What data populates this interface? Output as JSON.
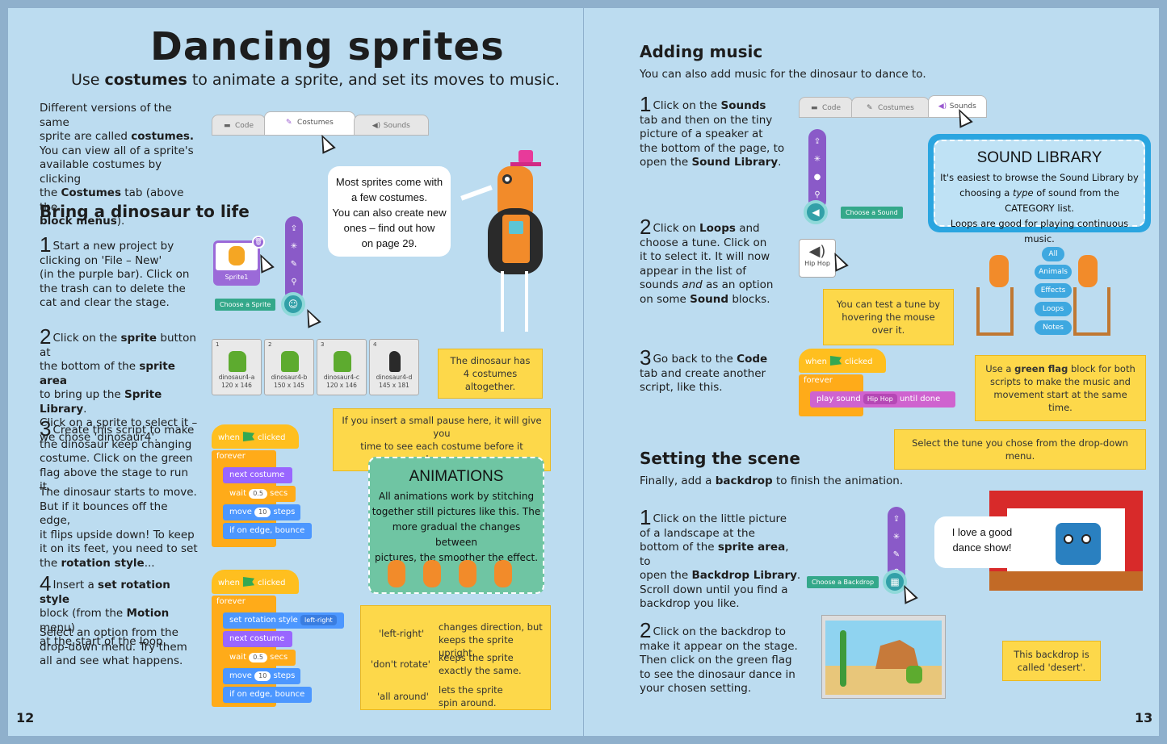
{
  "left": {
    "title": "Dancing sprites",
    "subtitle_pre": "Use ",
    "subtitle_bold": "costumes",
    "subtitle_post": " to animate a sprite, and set its moves to music.",
    "intro": [
      "Different versions of the same",
      "sprite are called ",
      "costumes.",
      "You can view all of a sprite's",
      "available costumes by clicking",
      "the ",
      "Costumes",
      " tab (above the",
      "block menus",
      ")."
    ],
    "tabs": [
      "Code",
      "Costumes",
      "Sounds"
    ],
    "bubble": [
      "Most sprites come with",
      "a few costumes.",
      "You can also create new",
      "ones – find out how",
      "on page 29."
    ],
    "section_title": "Bring a dinosaur to life",
    "step1": {
      "num": "1",
      "lines": [
        "Start a new project by",
        "clicking on 'File – New'",
        "(in the purple bar). Click on",
        "the trash can to delete the",
        "cat and clear the stage."
      ]
    },
    "sprite_label": "Sprite1",
    "choose_sprite": "Choose a Sprite",
    "step2": {
      "num": "2",
      "a": "Click on the ",
      "b": "sprite",
      "c": " button at",
      "d": "the bottom of the ",
      "e": "sprite area",
      "f": "to bring up the ",
      "g": "Sprite Library",
      "h": ".",
      "i": "Click on a sprite to select it –",
      "j": "we chose 'dinosaur4'."
    },
    "costumes": [
      {
        "num": "1",
        "name": "dinosaur4-a",
        "size": "120 x 146"
      },
      {
        "num": "2",
        "name": "dinosaur4-b",
        "size": "150 x 145"
      },
      {
        "num": "3",
        "name": "dinosaur4-c",
        "size": "120 x 146"
      },
      {
        "num": "4",
        "name": "dinosaur4-d",
        "size": "145 x 181"
      }
    ],
    "callout_costumes": [
      "The dinosaur has",
      "4 costumes altogether."
    ],
    "step3": {
      "num": "3",
      "lines": [
        "Create this script to make",
        "the dinosaur keep changing",
        "costume. Click on the green",
        "flag above the stage to run it."
      ]
    },
    "step3b": [
      "The dinosaur starts to move.",
      "But if it bounces off the edge,",
      "it flips upside down! To keep",
      "it on its feet, you need to set",
      "the "
    ],
    "rotation_style": "rotation style",
    "ellipsis": "...",
    "callout_pause": [
      "If you insert a small pause here, it will give you",
      "time to see each costume before it changes."
    ],
    "script1": {
      "when": "when",
      "clicked": "clicked",
      "forever": "forever",
      "next": "next costume",
      "wait": "wait",
      "wait_val": "0.5",
      "secs": "secs",
      "move": "move",
      "move_val": "10",
      "steps": "steps",
      "bounce": "if on edge, bounce"
    },
    "animations_title": "ANIMATIONS",
    "animations_text": [
      "All animations work by stitching",
      "together still pictures like this. The",
      "more gradual the changes between",
      "pictures, the smoother the effect."
    ],
    "step4": {
      "num": "4",
      "a": "Insert a ",
      "b": "set rotation style",
      "c": "block (from the ",
      "d": "Motion",
      "e": " menu)",
      "f": "at the start of the loop."
    },
    "step4b": [
      "Select an option from the",
      "drop-down menu. Try them",
      "all and see what happens."
    ],
    "script2": {
      "set": "set rotation style",
      "set_val": "left-right"
    },
    "rotation_options": [
      {
        "opt": "'left-right'",
        "desc": [
          "changes direction, but",
          "keeps the sprite upright."
        ]
      },
      {
        "opt": "'don't rotate'",
        "desc": [
          "keeps the sprite",
          "exactly the same."
        ]
      },
      {
        "opt": "'all around'",
        "desc": [
          "lets the sprite",
          "spin around."
        ]
      }
    ],
    "page_num": "12"
  },
  "right": {
    "music_title": "Adding music",
    "music_intro": "You can also add music for the dinosaur to dance to.",
    "step1": {
      "num": "1",
      "a": "Click on the ",
      "b": "Sounds",
      "c": "tab and then on the tiny",
      "d": "picture of a speaker at",
      "e": "the bottom of the page, to",
      "f": "open the ",
      "g": "Sound Library",
      "h": "."
    },
    "tabs": [
      "Code",
      "Costumes",
      "Sounds"
    ],
    "choose_sound": "Choose a Sound",
    "library_title": "SOUND LIBRARY",
    "library_text": [
      "It's easiest to browse the Sound Library by",
      "choosing a ",
      "type",
      " of sound from the CATEGORY list.",
      "Loops are good for playing continuous music."
    ],
    "step2": {
      "num": "2",
      "a": "Click on ",
      "b": "Loops",
      "c": " and",
      "d": "choose a tune. Click on",
      "e": "it to select it. It will now",
      "f": "appear in the list of",
      "g": "sounds ",
      "h": "and",
      "i": " as an option",
      "j": "on some ",
      "k": "Sound",
      "l": " blocks."
    },
    "hip_hop": "Hip Hop",
    "callout_hover": [
      "You can test a tune by",
      "hovering the mouse over it."
    ],
    "categories": [
      "All",
      "Animals",
      "Effects",
      "Loops",
      "Notes"
    ],
    "step3": {
      "num": "3",
      "a": "Go back to the ",
      "b": "Code",
      "c": "tab and create another",
      "d": "script, like this."
    },
    "script3": {
      "when": "when",
      "clicked": "clicked",
      "forever": "forever",
      "play": "play sound",
      "play_val": "Hip Hop",
      "until": "until done"
    },
    "callout_flag": [
      "Use a ",
      "green flag",
      " block for both",
      "scripts to make the music and",
      "movement start at the same time."
    ],
    "callout_tune": "Select the tune you chose from the drop-down menu.",
    "scene_title": "Setting the scene",
    "scene_intro_a": "Finally, add a ",
    "scene_intro_b": "backdrop",
    "scene_intro_c": " to finish the animation.",
    "step4": {
      "num": "1",
      "a": "Click on the little picture",
      "b": "of a landscape at the",
      "c": "bottom of the ",
      "d": "sprite area",
      "e": ", to",
      "f": "open the ",
      "g": "Backdrop Library",
      "h": ".",
      "i": "Scroll down until you find a",
      "j": "backdrop you like."
    },
    "choose_backdrop": "Choose a Backdrop",
    "bubble": [
      "I love a good",
      "dance show!"
    ],
    "step5": {
      "num": "2",
      "lines": [
        "Click on the backdrop to",
        "make it appear on the stage.",
        "Then click on the green flag",
        "to see the dinosaur dance in",
        "your chosen setting."
      ]
    },
    "callout_desert": [
      "This backdrop is",
      "called 'desert'."
    ],
    "page_num": "13"
  }
}
